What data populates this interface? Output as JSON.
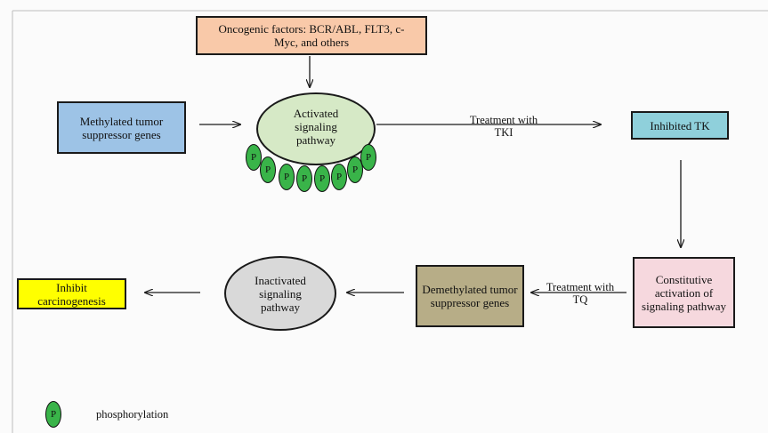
{
  "nodes": {
    "oncogenic": "Oncogenic factors: BCR/ABL, FLT3, c-Myc, and others",
    "methylated": "Methylated tumor suppressor genes",
    "activated": "Activated signaling pathway",
    "inhibited_tk": "Inhibited TK",
    "constitutive": "Constitutive activation of signaling pathway",
    "demethylated": "Demethylated tumor suppressor genes",
    "inactivated": "Inactivated signaling pathway",
    "inhibit": "Inhibit carcinogenesis"
  },
  "edges": {
    "tki": "Treatment with TKI",
    "tq": "Treatment with TQ"
  },
  "legend": {
    "symbol": "P",
    "label": "phosphorylation"
  },
  "colors": {
    "oncogenic_fill": "#f9c9a9",
    "methylated_fill": "#9dc3e6",
    "activated_fill": "#d6e9c6",
    "inhibited_tk_fill": "#8fd0db",
    "constitutive_fill": "#f6d8de",
    "demethylated_fill": "#b7ad87",
    "inactivated_fill": "#d9d9d9",
    "inhibit_fill": "#ffff00",
    "phospho_fill": "#39b449"
  }
}
